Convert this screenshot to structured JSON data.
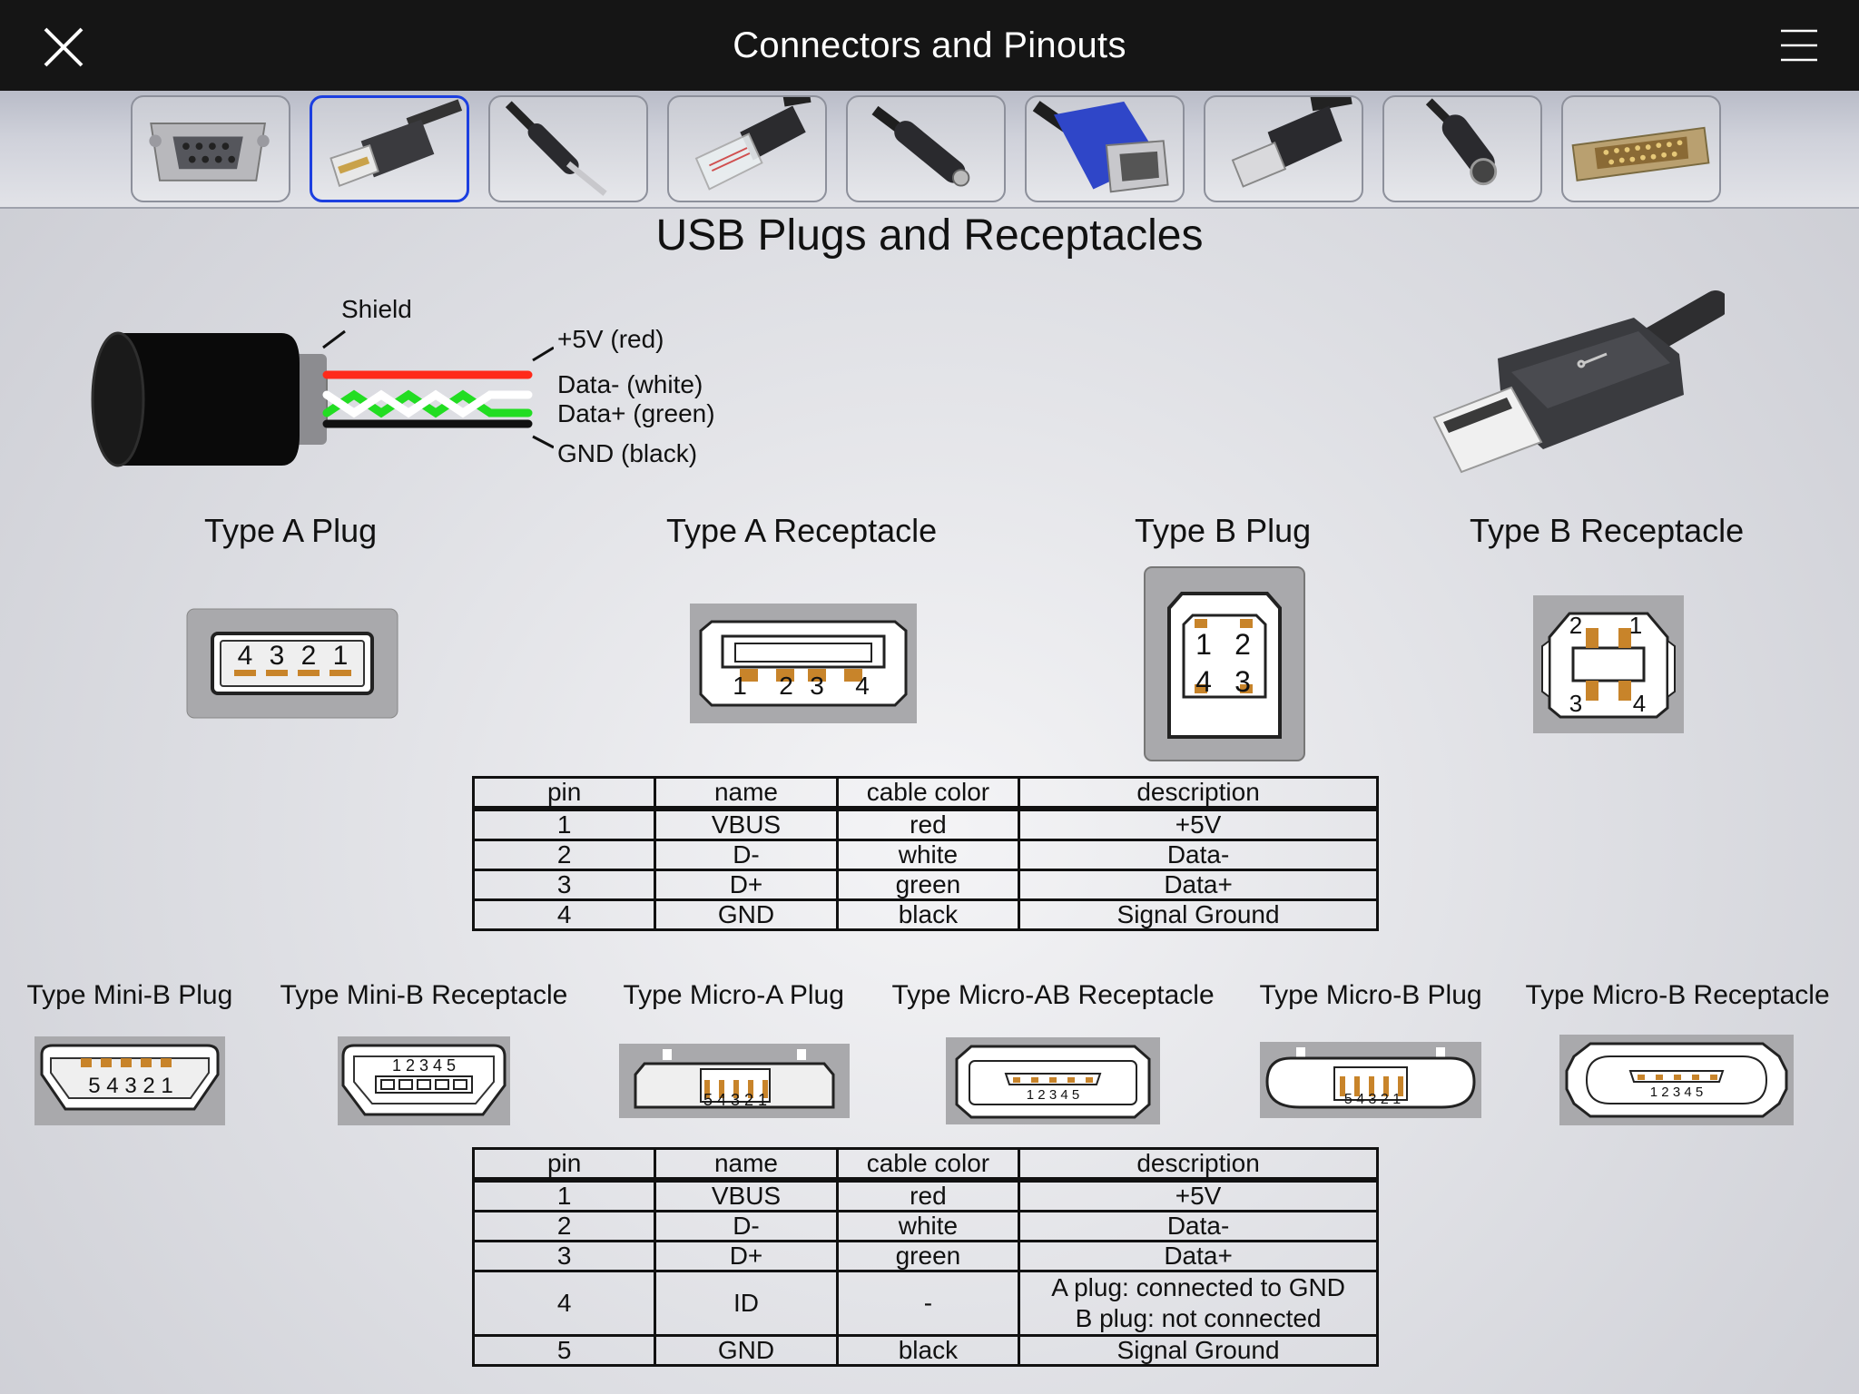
{
  "header": {
    "title": "Connectors and Pinouts",
    "close_icon": "close-icon",
    "menu_icon": "hamburger-menu-icon"
  },
  "tabs": [
    {
      "name": "db9-serial-connector",
      "selected": false
    },
    {
      "name": "usb-connector",
      "selected": true
    },
    {
      "name": "audio-jack-connector",
      "selected": false
    },
    {
      "name": "ethernet-rj45-connector",
      "selected": false
    },
    {
      "name": "dc-power-plug-connector",
      "selected": false
    },
    {
      "name": "vga-connector",
      "selected": false
    },
    {
      "name": "hdmi-connector",
      "selected": false
    },
    {
      "name": "s-video-mini-din-connector",
      "selected": false
    },
    {
      "name": "db25-parallel-connector",
      "selected": false
    }
  ],
  "page_title": "USB Plugs and Receptacles",
  "cable": {
    "shield": "Shield",
    "vbus": "+5V (red)",
    "dminus": "Data- (white)",
    "dplus": "Data+ (green)",
    "gnd": "GND (black)",
    "colors": {
      "red": "#ff2a1a",
      "white": "#ffffff",
      "green": "#22dd22",
      "black": "#111111"
    }
  },
  "standard_types": {
    "type_a_plug": {
      "label": "Type A Plug",
      "pins": [
        "4",
        "3",
        "2",
        "1"
      ]
    },
    "type_a_receptacle": {
      "label": "Type A Receptacle",
      "pins": [
        "1",
        "2",
        "3",
        "4"
      ]
    },
    "type_b_plug": {
      "label": "Type B Plug",
      "pins": [
        "1",
        "2",
        "4",
        "3"
      ]
    },
    "type_b_receptacle": {
      "label": "Type B Receptacle",
      "pins": [
        "2",
        "1",
        "3",
        "4"
      ]
    }
  },
  "mini_types": {
    "mini_b_plug": {
      "label": "Type Mini-B Plug",
      "pins": "5 4 3 2 1"
    },
    "mini_b_receptacle": {
      "label": "Type Mini-B Receptacle",
      "pins": "1 2 3 4 5"
    },
    "micro_a_plug": {
      "label": "Type Micro-A Plug",
      "pins": "5 4 3 2 1"
    },
    "micro_ab_receptacle": {
      "label": "Type Micro-AB Receptacle",
      "pins": "1 2 3 4 5"
    },
    "micro_b_plug": {
      "label": "Type Micro-B Plug",
      "pins": "5 4 3 2 1"
    },
    "micro_b_receptacle": {
      "label": "Type Micro-B Receptacle",
      "pins": "1 2 3 4 5"
    }
  },
  "table1": {
    "headers": [
      "pin",
      "name",
      "cable color",
      "description"
    ],
    "rows": [
      [
        "1",
        "VBUS",
        "red",
        "+5V"
      ],
      [
        "2",
        "D-",
        "white",
        "Data-"
      ],
      [
        "3",
        "D+",
        "green",
        "Data+"
      ],
      [
        "4",
        "GND",
        "black",
        "Signal Ground"
      ]
    ]
  },
  "table2": {
    "headers": [
      "pin",
      "name",
      "cable color",
      "description"
    ],
    "rows": [
      [
        "1",
        "VBUS",
        "red",
        "+5V"
      ],
      [
        "2",
        "D-",
        "white",
        "Data-"
      ],
      [
        "3",
        "D+",
        "green",
        "Data+"
      ],
      [
        "4",
        "ID",
        "-",
        "A plug: connected to GND",
        "B plug: not connected"
      ],
      [
        "5",
        "GND",
        "black",
        "Signal Ground"
      ]
    ]
  }
}
